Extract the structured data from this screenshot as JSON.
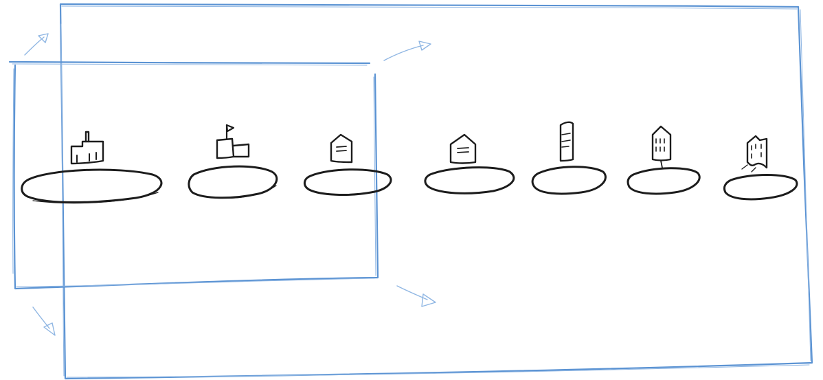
{
  "title": "",
  "colors": {
    "frame_stroke": "#5b93d3",
    "frame_stroke_light": "#8fb6e3",
    "ink": "#1c1c1c",
    "background": "#ffffff"
  },
  "frames": [
    {
      "name": "outer-frame",
      "role": "large viewport rectangle"
    },
    {
      "name": "inner-frame",
      "role": "small viewport rectangle"
    }
  ],
  "arrows": [
    {
      "name": "arrow-top-left",
      "direction": "up-right"
    },
    {
      "name": "arrow-top-right",
      "direction": "up-right"
    },
    {
      "name": "arrow-bottom-left",
      "direction": "down-right"
    },
    {
      "name": "arrow-bottom-right",
      "direction": "down-right"
    }
  ],
  "islands": [
    {
      "name": "island-factory",
      "building": "factory-icon"
    },
    {
      "name": "island-castle",
      "building": "castle-flag-icon"
    },
    {
      "name": "island-house-1",
      "building": "house-icon"
    },
    {
      "name": "island-house-2",
      "building": "house-icon"
    },
    {
      "name": "island-tower",
      "building": "tall-tower-icon"
    },
    {
      "name": "island-highrise",
      "building": "highrise-building-icon"
    },
    {
      "name": "island-ruin",
      "building": "ruined-building-icon"
    }
  ]
}
